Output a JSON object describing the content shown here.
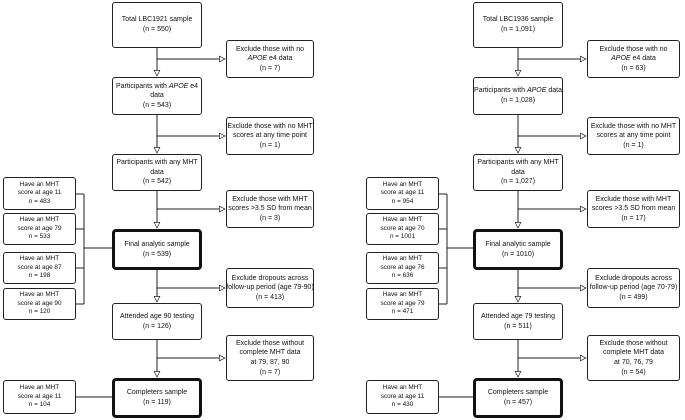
{
  "left": {
    "main": {
      "total": {
        "l1": "Total LBC1921 sample",
        "l2": "(n = 550)"
      },
      "apoe": {
        "l1_pre": "Participants with ",
        "l1_em": "APOE",
        "l1_post": " e4",
        "l2": "data",
        "l3": "(n = 543)"
      },
      "anymht": {
        "l1": "Participants with any MHT",
        "l2": "data",
        "l3": "(n = 542)"
      },
      "final": {
        "l1": "Final analytic sample",
        "l2": "(n = 539)"
      },
      "attended": {
        "l1": "Attended age 90 testing",
        "l2": "(n = 126)"
      },
      "completers": {
        "l1": "Completers sample",
        "l2": "(n = 119)"
      }
    },
    "exclusions": [
      {
        "l1": "Exclude those with no",
        "l2_em": "APOE",
        "l2_post": " e4 data",
        "l3": "(n = 7)"
      },
      {
        "l1": "Exclude those with no MHT",
        "l2": "scores at any time point",
        "l3": "(n = 1)"
      },
      {
        "l1": "Exclude those with MHT",
        "l2": "scores >3.5 SD from mean",
        "l3": "(n = 3)"
      },
      {
        "l1": "Exclude dropouts across",
        "l2": "follow-up period (age 79-90)",
        "l3": "(n = 413)"
      },
      {
        "l1": "Exclude those without",
        "l2": "complete MHT data",
        "l3": "at 79, 87, 90",
        "l4": "(n = 7)"
      }
    ],
    "mht": [
      {
        "l1": "Have an MHT",
        "l2": "score at age 11",
        "l3": "n = 483"
      },
      {
        "l1": "Have an MHT",
        "l2": "score at age 79",
        "l3": "n = 533"
      },
      {
        "l1": "Have an MHT",
        "l2": "score at age 87",
        "l3": "n = 198"
      },
      {
        "l1": "Have an MHT",
        "l2": "score at age 90",
        "l3": "n = 120"
      }
    ],
    "completers_mht": {
      "l1": "Have an MHT",
      "l2": "score at age 11",
      "l3": "n = 104"
    }
  },
  "right": {
    "main": {
      "total": {
        "l1": "Total LBC1936 sample",
        "l2": "(n = 1,091)"
      },
      "apoe": {
        "l1_pre": "Participants with ",
        "l1_em": "APOE",
        "l1_post": " data",
        "l2": "(n = 1,028)"
      },
      "anymht": {
        "l1": "Participants with any MHT",
        "l2": "data",
        "l3": "(n = 1,027)"
      },
      "final": {
        "l1": "Final analytic sample",
        "l2": "(n = 1010)"
      },
      "attended": {
        "l1": "Attended age 79 testing",
        "l2": "(n = 511)"
      },
      "completers": {
        "l1": "Completers sample",
        "l2": "(n = 457)"
      }
    },
    "exclusions": [
      {
        "l1": "Exclude those with no",
        "l2_em": "APOE",
        "l2_post": " e4 data",
        "l3": "(n = 63)"
      },
      {
        "l1": "Exclude those with no MHT",
        "l2": "scores at any time point",
        "l3": "(n = 1)"
      },
      {
        "l1": "Exclude those with MHT",
        "l2": "scores >3.5 SD from mean",
        "l3": "(n = 17)"
      },
      {
        "l1": "Exclude dropouts across",
        "l2": "follow-up period (age 70-79)",
        "l3": "(n = 499)"
      },
      {
        "l1": "Exclude those without",
        "l2": "complete MHT data",
        "l3": "at 70, 76, 79",
        "l4": "(n = 54)"
      }
    ],
    "mht": [
      {
        "l1": "Have an MHT",
        "l2": "score at age 11",
        "l3": "n = 954"
      },
      {
        "l1": "Have an MHT",
        "l2": "score at age 70",
        "l3": "n = 1001"
      },
      {
        "l1": "Have an MHT",
        "l2": "score at age 76",
        "l3": "n = 636"
      },
      {
        "l1": "Have an MHT",
        "l2": "score at age 79",
        "l3": "n = 471"
      }
    ],
    "completers_mht": {
      "l1": "Have an MHT",
      "l2": "score at age 11",
      "l3": "n = 430"
    }
  }
}
